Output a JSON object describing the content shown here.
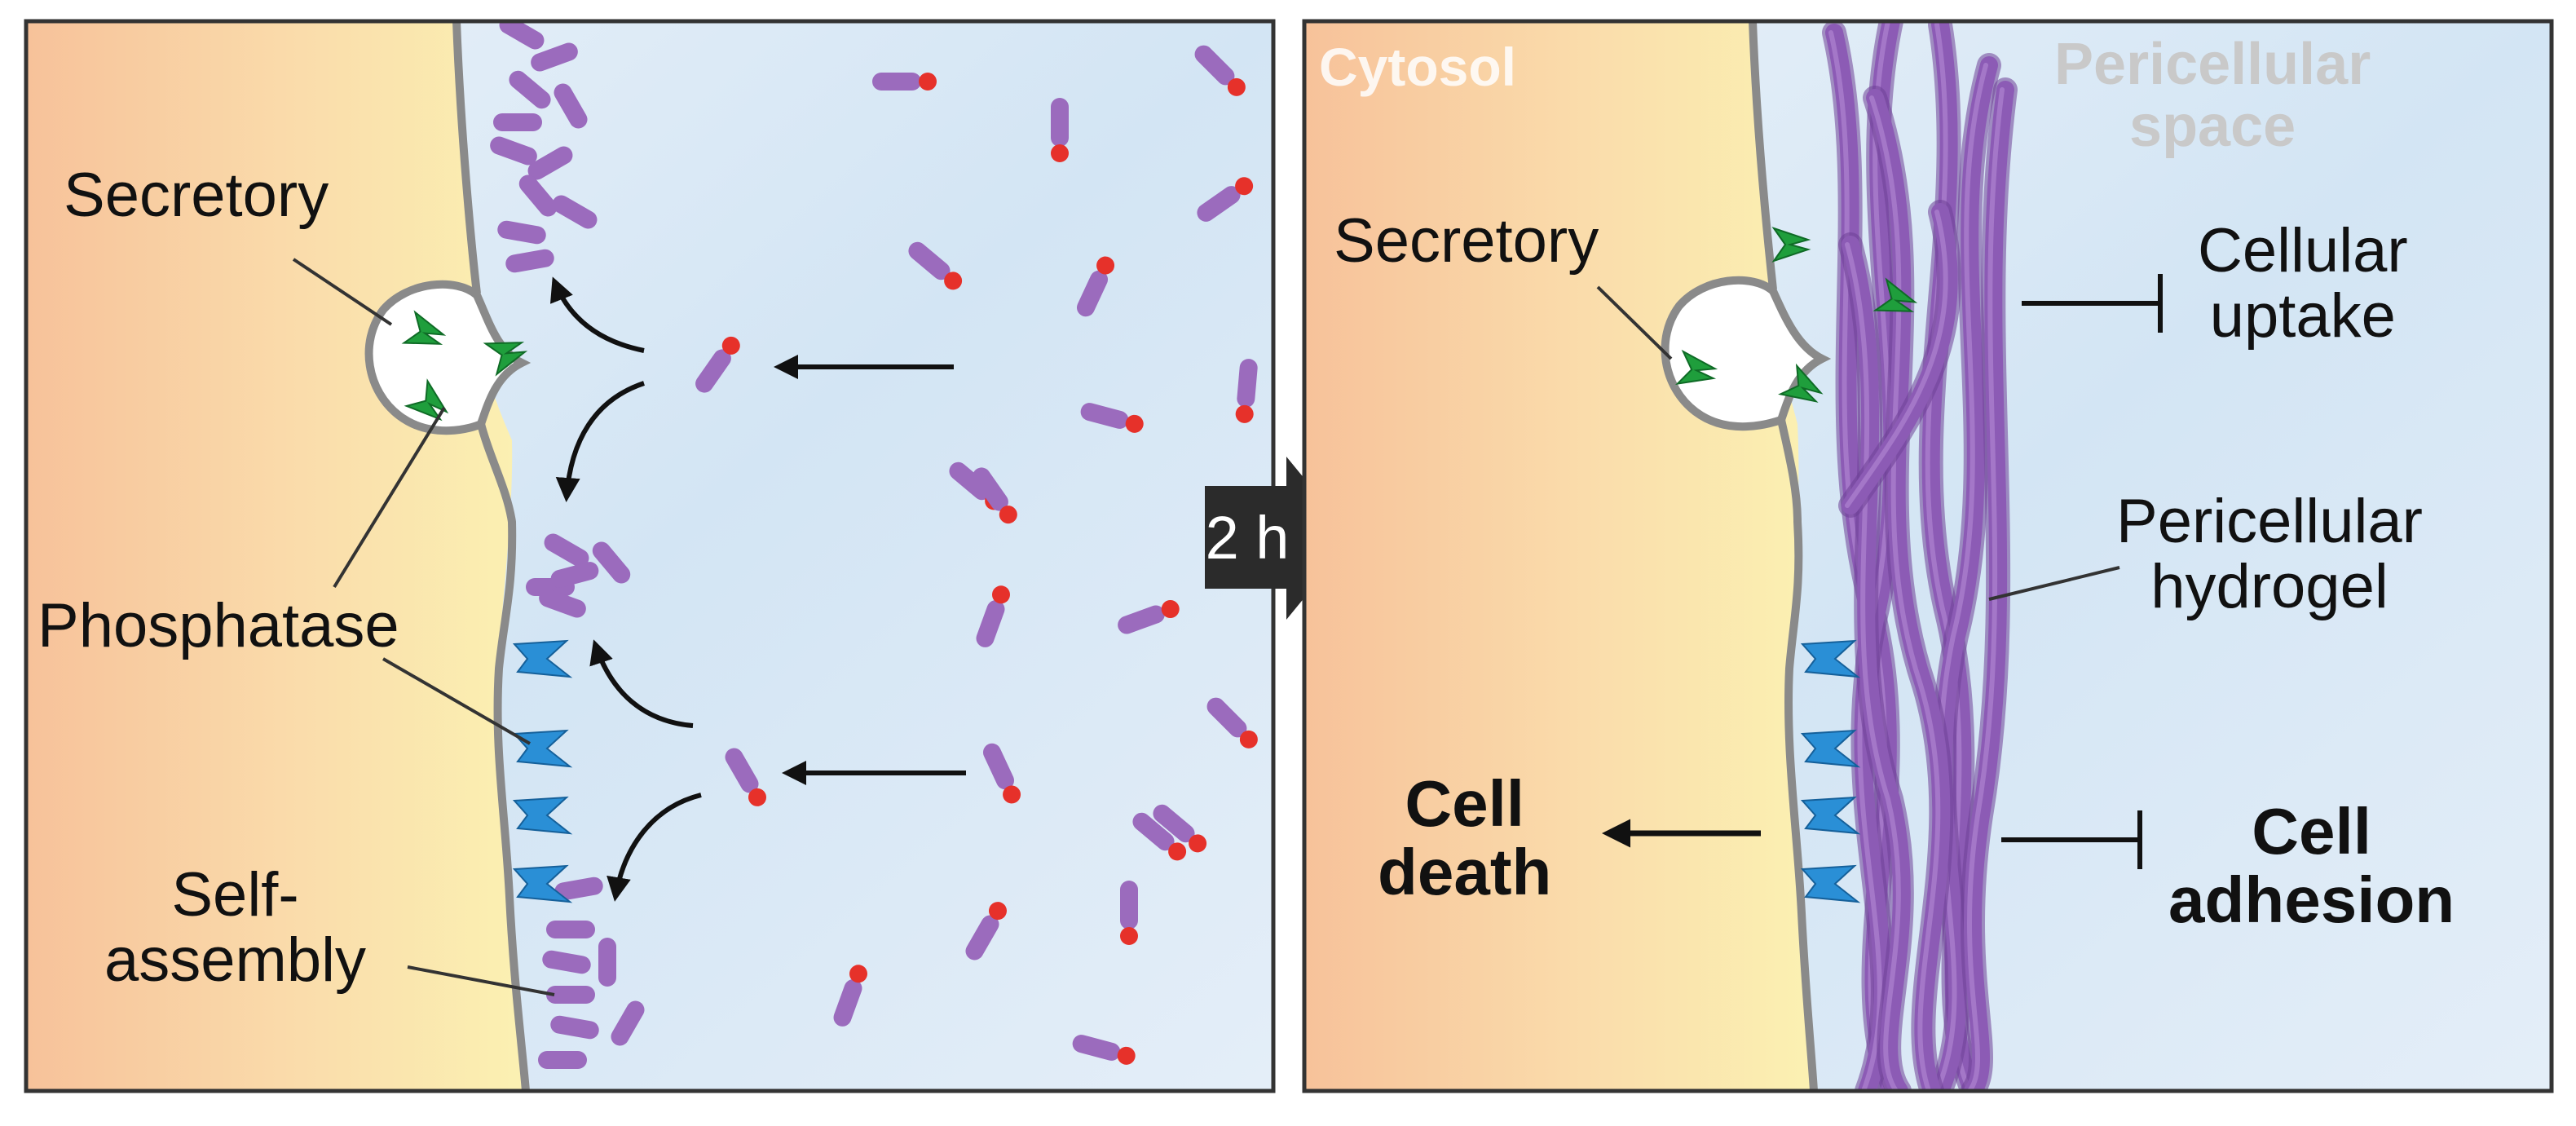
{
  "left_panel": {
    "labels": {
      "secretory": "Secretory",
      "phosphatase": "Phosphatase",
      "self_assembly": [
        "Self-",
        "assembly"
      ]
    }
  },
  "arrow_badge": {
    "text": "2 h"
  },
  "right_panel": {
    "labels": {
      "cytosol": "Cytosol",
      "pericellular_space": [
        "Pericellular",
        "space"
      ],
      "secretory": "Secretory",
      "cellular_uptake": [
        "Cellular",
        "uptake"
      ],
      "pericellular_hydrogel": [
        "Pericellular",
        "hydrogel"
      ],
      "cell_death": [
        "Cell",
        "death"
      ],
      "cell_adhesion": [
        "Cell",
        "adhesion"
      ]
    }
  },
  "colors": {
    "cytosol_orange": "#f7c79c",
    "cytosol_yellow": "#fbf0b0",
    "extracellular_blue": "#d6e7f5",
    "membrane_gray": "#8a8a8a",
    "peptide_purple": "#9b6bbd",
    "phosphate_red": "#e6312a",
    "secretory_enzyme_green": "#1f9e3c",
    "membrane_enzyme_blue": "#2a8fd6",
    "hydrogel_purple": "#8c5bb5",
    "badge_dark": "#2b2b2b"
  }
}
